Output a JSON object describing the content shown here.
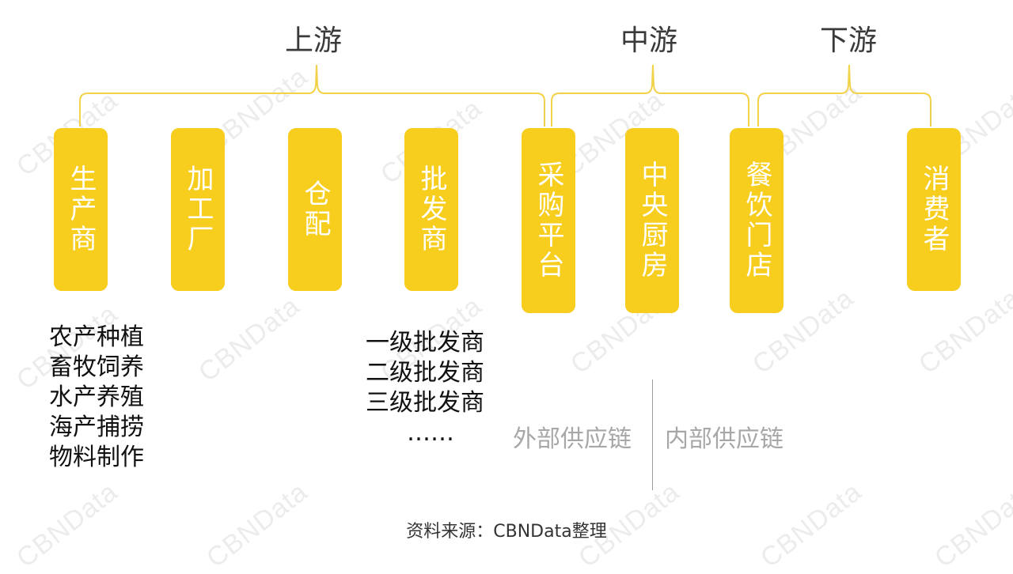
{
  "watermark": "CBNData",
  "sections": {
    "upstream": "上游",
    "midstream": "中游",
    "downstream": "下游"
  },
  "nodes": [
    {
      "id": "producer",
      "label": "生产商"
    },
    {
      "id": "processing-plant",
      "label": "加工厂"
    },
    {
      "id": "warehouse",
      "label": "仓配"
    },
    {
      "id": "wholesaler",
      "label": "批发商"
    },
    {
      "id": "procurement-platform",
      "label": "采购平台"
    },
    {
      "id": "central-kitchen",
      "label": "中央厨房"
    },
    {
      "id": "restaurant",
      "label": "餐饮门店"
    },
    {
      "id": "consumer",
      "label": "消费者"
    }
  ],
  "producer_items": [
    "农产种植",
    "畜牧饲养",
    "水产养殖",
    "海产捕捞",
    "物料制作"
  ],
  "wholesaler_items": [
    "一级批发商",
    "二级批发商",
    "三级批发商",
    "……"
  ],
  "supply_chain": {
    "external": "外部供应链",
    "internal": "内部供应链"
  },
  "source": "资料来源：CBNData整理",
  "colors": {
    "node_fill": "#f7cd1e",
    "bracket": "#f2d24a",
    "text_dark": "#111111",
    "text_gray": "#a7a7a7"
  }
}
